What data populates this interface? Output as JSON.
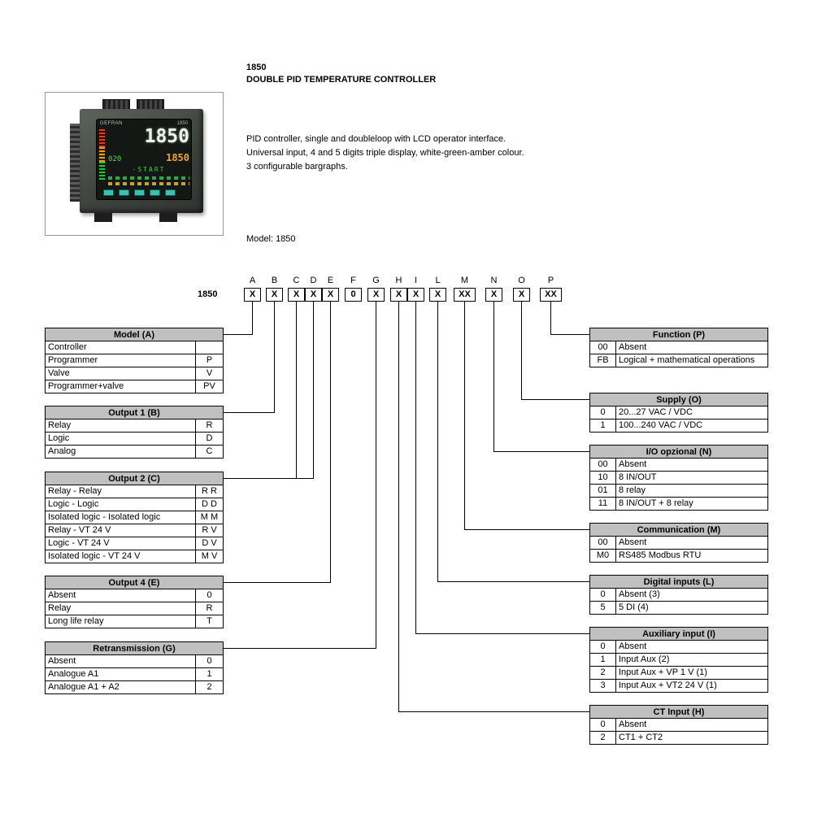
{
  "product": {
    "model_bold": "1850",
    "title": "DOUBLE PID TEMPERATURE CONTROLLER",
    "description_lines": [
      "PID controller, single and doubleloop with LCD operator interface.",
      "Universal input, 4 and 5 digits triple display, white-green-amber colour.",
      "3 configurable bargraphs."
    ],
    "model_label": "Model: 1850",
    "photo": {
      "brand": "GEFRAN",
      "model_small": "1850",
      "display_main": "1850",
      "display_row2_left": "020",
      "display_row2_right": "1850",
      "display_status": "-START"
    }
  },
  "code": {
    "prefix": "1850",
    "boxes": [
      {
        "letter": "A",
        "value": "X"
      },
      {
        "letter": "B",
        "value": "X"
      },
      {
        "letter": "C",
        "value": "X"
      },
      {
        "letter": "D",
        "value": "X"
      },
      {
        "letter": "E",
        "value": "X"
      },
      {
        "letter": "F",
        "value": "0"
      },
      {
        "letter": "G",
        "value": "X"
      },
      {
        "letter": "H",
        "value": "X"
      },
      {
        "letter": "I",
        "value": "X"
      },
      {
        "letter": "L",
        "value": "X"
      },
      {
        "letter": "M",
        "value": "XX"
      },
      {
        "letter": "N",
        "value": "X"
      },
      {
        "letter": "O",
        "value": "X"
      },
      {
        "letter": "P",
        "value": "XX"
      }
    ]
  },
  "left_tables": [
    {
      "title": "Model (A)",
      "rows": [
        [
          "Controller",
          ""
        ],
        [
          "Programmer",
          "P"
        ],
        [
          "Valve",
          "V"
        ],
        [
          "Programmer+valve",
          "PV"
        ]
      ]
    },
    {
      "title": "Output 1 (B)",
      "rows": [
        [
          "Relay",
          "R"
        ],
        [
          "Logic",
          "D"
        ],
        [
          "Analog",
          "C"
        ]
      ]
    },
    {
      "title": "Output  2 (C)",
      "rows": [
        [
          "Relay - Relay",
          "R R"
        ],
        [
          "Logic - Logic",
          "D D"
        ],
        [
          "Isolated logic - Isolated logic",
          "M M"
        ],
        [
          "Relay - VT 24 V",
          "R V"
        ],
        [
          "Logic - VT 24 V",
          "D V"
        ],
        [
          "Isolated logic - VT 24 V",
          "M V"
        ]
      ]
    },
    {
      "title": "Output  4 (E)",
      "rows": [
        [
          "Absent",
          "0"
        ],
        [
          "Relay",
          "R"
        ],
        [
          "Long life relay",
          "T"
        ]
      ]
    },
    {
      "title": "Retransmission (G)",
      "rows": [
        [
          "Absent",
          "0"
        ],
        [
          "Analogue A1",
          "1"
        ],
        [
          "Analogue A1 + A2",
          "2"
        ]
      ]
    }
  ],
  "right_tables": [
    {
      "title": "Function (P)",
      "rows": [
        [
          "00",
          "Absent"
        ],
        [
          "FB",
          "Logical + mathematical operations"
        ]
      ]
    },
    {
      "title": "Supply (O)",
      "rows": [
        [
          "0",
          "20...27 VAC / VDC"
        ],
        [
          "1",
          "100...240 VAC / VDC"
        ]
      ]
    },
    {
      "title": "I/O opzional (N)",
      "rows": [
        [
          "00",
          "Absent"
        ],
        [
          "10",
          "8 IN/OUT"
        ],
        [
          "01",
          "8 relay"
        ],
        [
          "11",
          "8 IN/OUT + 8 relay"
        ]
      ]
    },
    {
      "title": "Communication (M)",
      "rows": [
        [
          "00",
          "Absent"
        ],
        [
          "M0",
          "RS485 Modbus RTU"
        ]
      ]
    },
    {
      "title": "Digital inputs (L)",
      "rows": [
        [
          "0",
          "Absent (3)"
        ],
        [
          "5",
          "5 DI (4)"
        ]
      ]
    },
    {
      "title": "Auxiliary input (I)",
      "rows": [
        [
          "0",
          "Absent"
        ],
        [
          "1",
          "Input Aux (2)"
        ],
        [
          "2",
          "Input Aux + VP 1 V (1)"
        ],
        [
          "3",
          "Input Aux + VT2 24 V (1)"
        ]
      ]
    },
    {
      "title": "CT Input (H)",
      "rows": [
        [
          "0",
          "Absent"
        ],
        [
          "2",
          "CT1 + CT2"
        ]
      ]
    }
  ],
  "colors": {
    "table_header_bg": "#c0c0c0",
    "line": "#000000"
  }
}
